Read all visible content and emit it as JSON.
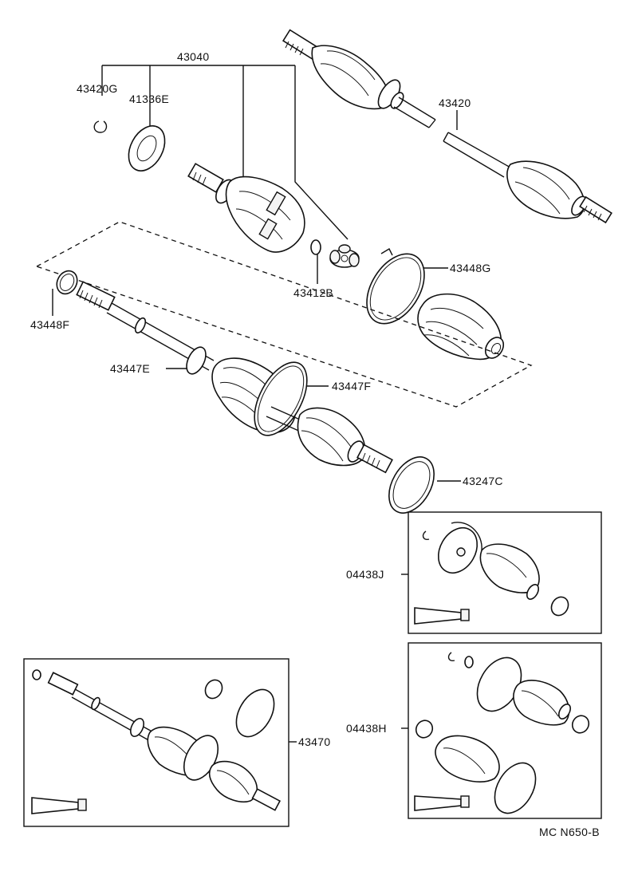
{
  "labels": {
    "p43040": "43040",
    "p43420G": "43420G",
    "p41336E": "41336E",
    "p43420": "43420",
    "p43448G": "43448G",
    "p43412B": "43412B",
    "p43448F": "43448F",
    "p43447E": "43447E",
    "p43447F": "43447F",
    "p43247C": "43247C",
    "p04438J": "04438J",
    "p04438H": "04438H",
    "p43470": "43470",
    "ref": "MC N650-B"
  }
}
